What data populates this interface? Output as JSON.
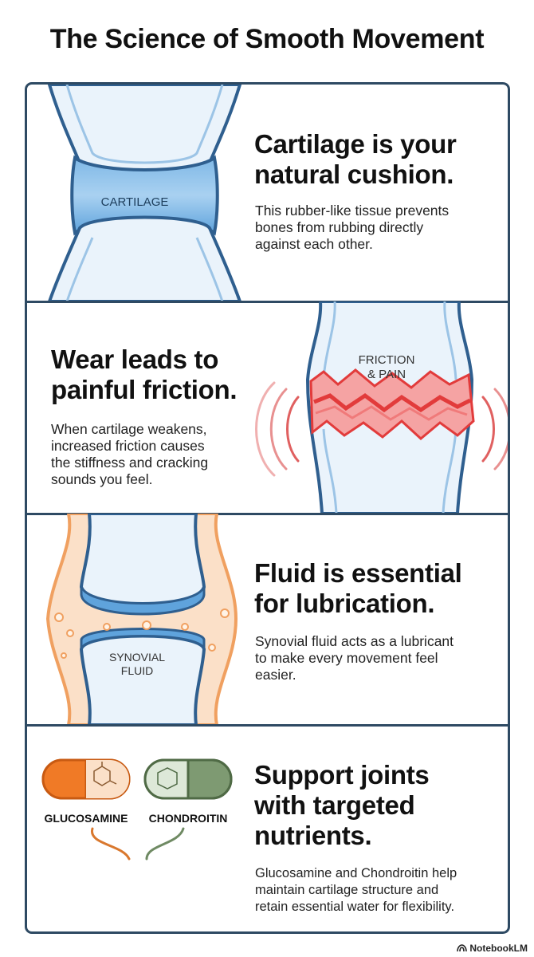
{
  "title": "The Science of Smooth Movement",
  "panels": [
    {
      "heading_lines": [
        "Cartilage is your",
        "natural cushion."
      ],
      "body_lines": [
        "This rubber-like tissue prevents",
        "bones from rubbing directly",
        "against each other."
      ],
      "illustration_label": "CARTILAGE"
    },
    {
      "heading_lines": [
        "Wear leads to",
        "painful friction."
      ],
      "body_lines": [
        "When cartilage weakens,",
        "increased friction causes",
        "the stiffness and cracking",
        "sounds you feel."
      ],
      "illustration_label_lines": [
        "FRICTION",
        "& PAIN"
      ]
    },
    {
      "heading_lines": [
        "Fluid is essential",
        "for lubrication."
      ],
      "body_lines": [
        "Synovial fluid acts as a lubricant",
        "to make every movement feel",
        "easier."
      ],
      "illustration_label_lines": [
        "SYNOVIAL",
        "FLUID"
      ]
    },
    {
      "heading_lines": [
        "Support joints",
        "with targeted",
        "nutrients."
      ],
      "body_lines": [
        "Glucosamine and Chondroitin help",
        "maintain cartilage structure and",
        "retain essential water for flexibility."
      ],
      "capsule_labels": [
        "GLUCOSAMINE",
        "CHONDROITIN"
      ]
    }
  ],
  "colors": {
    "frame": "#2e4a63",
    "bone_outline": "#2f5f8f",
    "cartilage_blue": "#5fa3dc",
    "friction_red": "#e23b3b",
    "fluid_orange": "#f5b98a",
    "capsule_orange": "#f07a26",
    "capsule_green": "#7e9a72"
  },
  "brand": {
    "icon": "notebooklm-icon",
    "text": "NotebookLM"
  }
}
